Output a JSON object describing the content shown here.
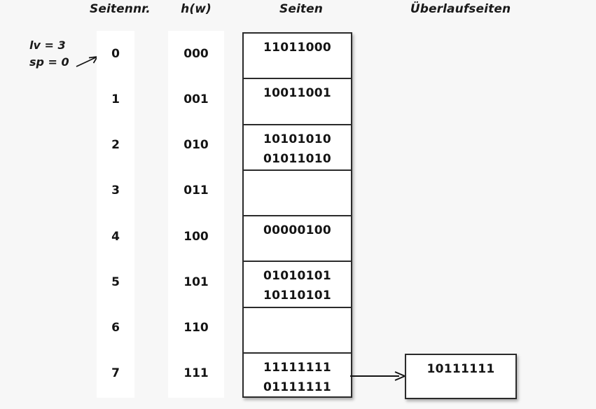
{
  "headers": {
    "page_number": "Seitennr.",
    "hash": "h(w)",
    "pages": "Seiten",
    "overflow_pages": "Überlaufseiten"
  },
  "params": {
    "lv": "lv = 3",
    "sp": "sp = 0",
    "arrow_icon": "arrow-right-icon"
  },
  "page_numbers": [
    "0",
    "1",
    "2",
    "3",
    "4",
    "5",
    "6",
    "7"
  ],
  "hash_values": [
    "000",
    "001",
    "010",
    "011",
    "100",
    "101",
    "110",
    "111"
  ],
  "pages": [
    {
      "index": 0,
      "records": [
        "11011000"
      ]
    },
    {
      "index": 1,
      "records": [
        "10011001"
      ]
    },
    {
      "index": 2,
      "records": [
        "10101010",
        "01011010"
      ]
    },
    {
      "index": 3,
      "records": []
    },
    {
      "index": 4,
      "records": [
        "00000100"
      ]
    },
    {
      "index": 5,
      "records": [
        "01010101",
        "10110101"
      ]
    },
    {
      "index": 6,
      "records": []
    },
    {
      "index": 7,
      "records": [
        "11111111",
        "01111111"
      ]
    }
  ],
  "overflow": {
    "source_page_index": 7,
    "records": [
      "10111111"
    ],
    "arrow_icon": "arrow-right-icon"
  },
  "colors": {
    "background": "#f7f7f7",
    "column_fill": "#ffffff",
    "border": "#2b2b2b",
    "text": "#141414"
  }
}
